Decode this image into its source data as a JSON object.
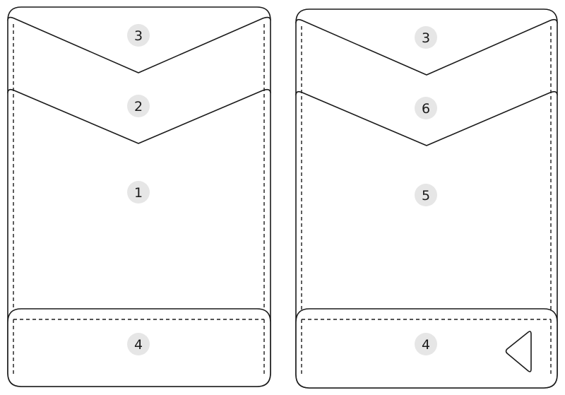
{
  "left_card": {
    "top_flap_label": "3",
    "middle_flap_label": "2",
    "body_label": "1",
    "pocket_label": "4"
  },
  "right_card": {
    "top_flap_label": "3",
    "middle_flap_label": "6",
    "body_label": "5",
    "pocket_label": "4",
    "pocket_icon": "triangle-left-icon"
  }
}
